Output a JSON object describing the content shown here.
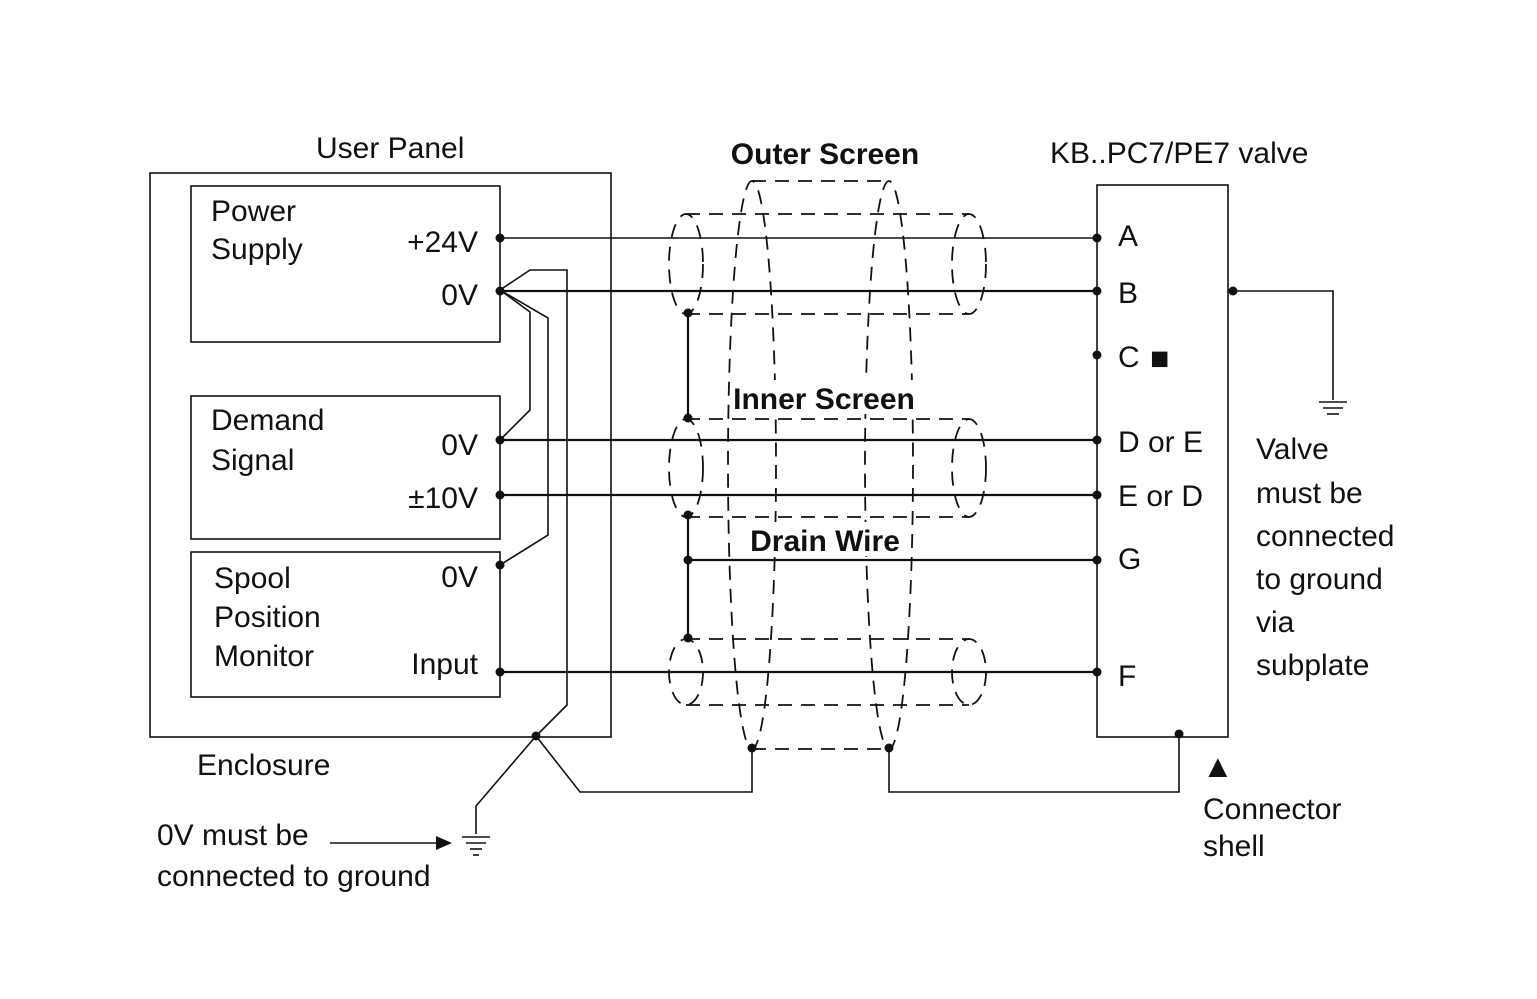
{
  "user_panel": {
    "title": "User Panel",
    "enclosure_label": "Enclosure",
    "power_supply": {
      "name_line1": "Power",
      "name_line2": "Supply",
      "pin_24v": "+24V",
      "pin_0v": "0V"
    },
    "demand_signal": {
      "name_line1": "Demand",
      "name_line2": "Signal",
      "pin_0v": "0V",
      "pin_10v": "±10V"
    },
    "spool_monitor": {
      "name_line1": "Spool",
      "name_line2": "Position",
      "name_line3": "Monitor",
      "pin_0v": "0V",
      "pin_input": "Input"
    }
  },
  "cable": {
    "outer_screen": "Outer Screen",
    "inner_screen": "Inner Screen",
    "drain_wire": "Drain Wire"
  },
  "valve": {
    "title": "KB..PC7/PE7 valve",
    "pins": [
      "A",
      "B",
      "C",
      "D or E",
      "E or D",
      "G",
      "F"
    ],
    "c_marker": "■",
    "ground_note": [
      "Valve",
      "must be",
      "connected",
      "to ground",
      "via",
      "subplate"
    ],
    "connector_marker": "▲",
    "connector_note": [
      "Connector",
      "shell"
    ]
  },
  "ground_note": [
    "0V must be",
    "connected to ground"
  ]
}
